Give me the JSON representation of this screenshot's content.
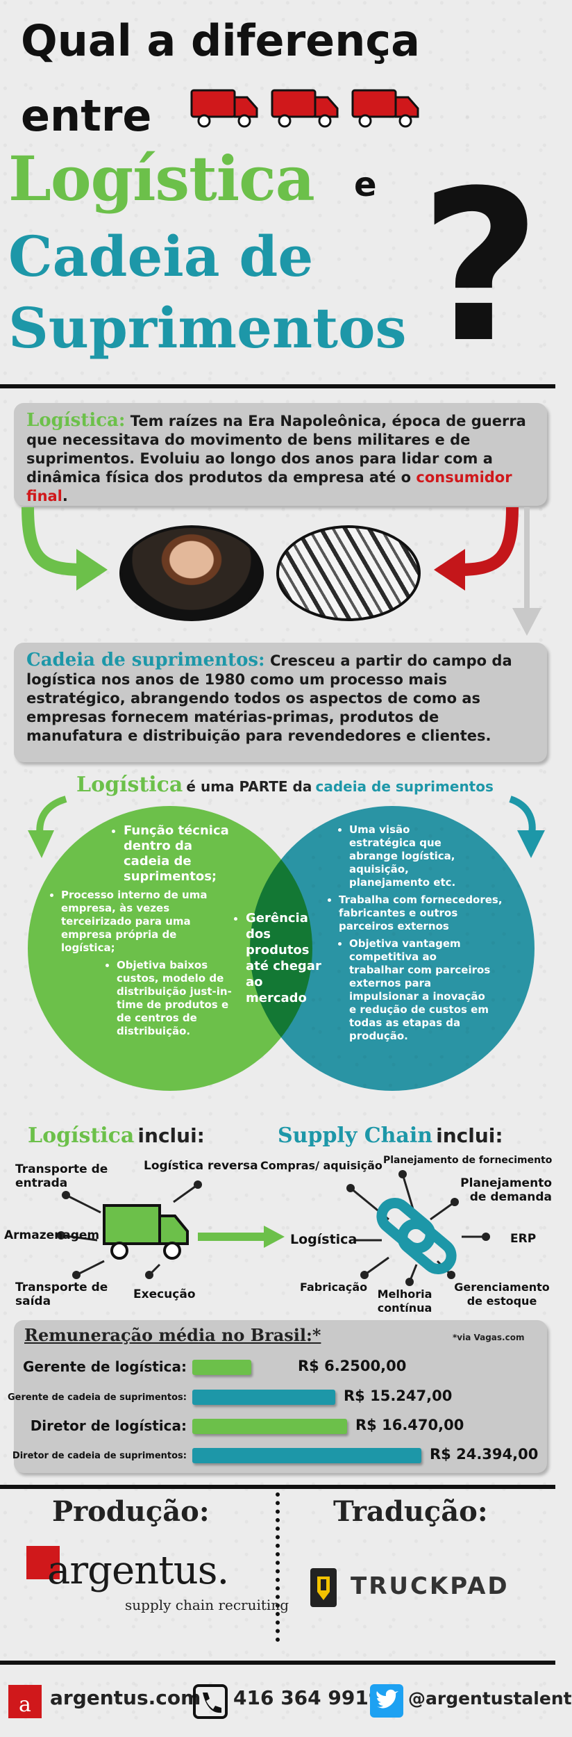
{
  "header": {
    "line1": "Qual a diferença",
    "line2": "entre",
    "word_logistica": "Logística",
    "word_e": "e",
    "word_cadeia": "Cadeia de",
    "word_suprimentos": "Suprimentos",
    "question_mark": "?"
  },
  "logistica_box": {
    "term": "Logística:",
    "text_before": "Tem raízes na Era Napoleônica, época de guerra que necessitava do movimento de bens militares e de suprimentos. Evoluiu ao longo dos anos para lidar com a dinâmica física dos produtos da empresa até o ",
    "highlight": "consumidor final",
    "text_after": "."
  },
  "cadeia_box": {
    "term": "Cadeia de suprimentos:",
    "text": "Cresceu a partir do campo da logística nos anos de 1980 como um processo mais estratégico, abrangendo todos os aspectos de como as empresas fornecem matérias-primas, produtos de manufatura e distribuição para revendedores e clientes."
  },
  "venn": {
    "heading_left": "Logística",
    "heading_mid": "é uma PARTE da",
    "heading_right": "cadeia de suprimentos",
    "left_items": [
      "Função técnica dentro da cadeia de suprimentos;",
      "Processo interno de uma empresa, às vezes terceirizado para uma empresa própria de logística;",
      "Objetiva baixos custos, modelo de distribuição just-in-time de produtos e de centros de distribuição."
    ],
    "center_item": "Gerência dos produtos até chegar ao mercado",
    "right_items": [
      "Uma visão estratégica que abrange logística, aquisição, planejamento etc.",
      "Trabalha com fornecedores, fabricantes e outros parceiros externos",
      "Objetiva vantagem competitiva ao trabalhar com parceiros externos para impulsionar a inovação e redução de custos em todas as etapas da produção."
    ]
  },
  "includes": {
    "log_title": "Logística",
    "log_suffix": "inclui:",
    "log_items": [
      "Transporte de entrada",
      "Logística reversa",
      "Armazenagem",
      "Transporte de saída",
      "Execução"
    ],
    "sc_title": "Supply Chain",
    "sc_suffix": "inclui:",
    "sc_items": [
      "Compras/ aquisição",
      "Planejamento de fornecimento",
      "Planejamento de demanda",
      "Logística",
      "ERP",
      "Fabricação",
      "Melhoria contínua",
      "Gerenciamento de estoque"
    ]
  },
  "salary": {
    "title": "Remuneração média no Brasil:*",
    "source": "*via Vagas.com",
    "rows": [
      {
        "label": "Gerente de logística:",
        "value": "R$ 6.2500,00",
        "amount": 6250,
        "color": "#6cc04a"
      },
      {
        "label": "Gerente de cadeia de suprimentos:",
        "value": "R$ 15.247,00",
        "amount": 15247,
        "color": "#1d97a8"
      },
      {
        "label": "Diretor de logística:",
        "value": "R$ 16.470,00",
        "amount": 16470,
        "color": "#6cc04a"
      },
      {
        "label": "Diretor de cadeia de suprimentos:",
        "value": "R$ 24.394,00",
        "amount": 24394,
        "color": "#1d97a8"
      }
    ]
  },
  "credits": {
    "producao": "Produção:",
    "traducao": "Tradução:",
    "argentus_logo": "argentus.",
    "argentus_tagline": "supply chain recruiting",
    "truckpad_logo": "TRUCKPAD"
  },
  "footer": {
    "website": "argentus.com",
    "phone": "416 364 9919",
    "twitter": "@argentustalent"
  }
}
